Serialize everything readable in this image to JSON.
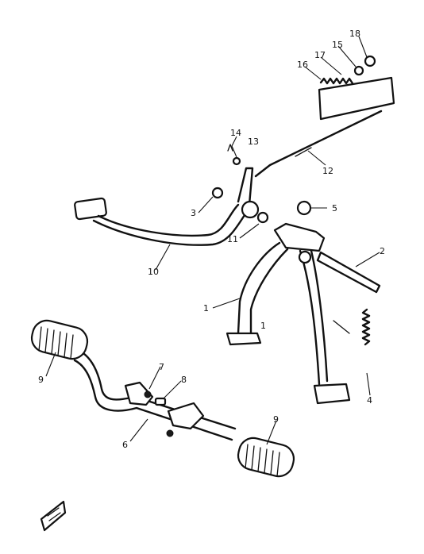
{
  "diagram": {
    "callouts": {
      "frame": "1",
      "main_stand_arm": "1",
      "pivot_shaft": "2",
      "washer": "3",
      "spring": "4",
      "stopper": "5",
      "footrest_bar": "6",
      "plate_bolt": "7",
      "bolt": "8",
      "footrest_rubber_left": "9",
      "footrest_rubber_right": "9",
      "brake_pedal": "10",
      "collar": "11",
      "brake_rod": "12",
      "pin": "13",
      "cotter_pin": "14",
      "rod_end": "15",
      "spring_rear": "16",
      "adjust_nut": "17",
      "adjuster": "18"
    },
    "colors": {
      "ink": "#111111",
      "paper": "#ffffff"
    }
  }
}
